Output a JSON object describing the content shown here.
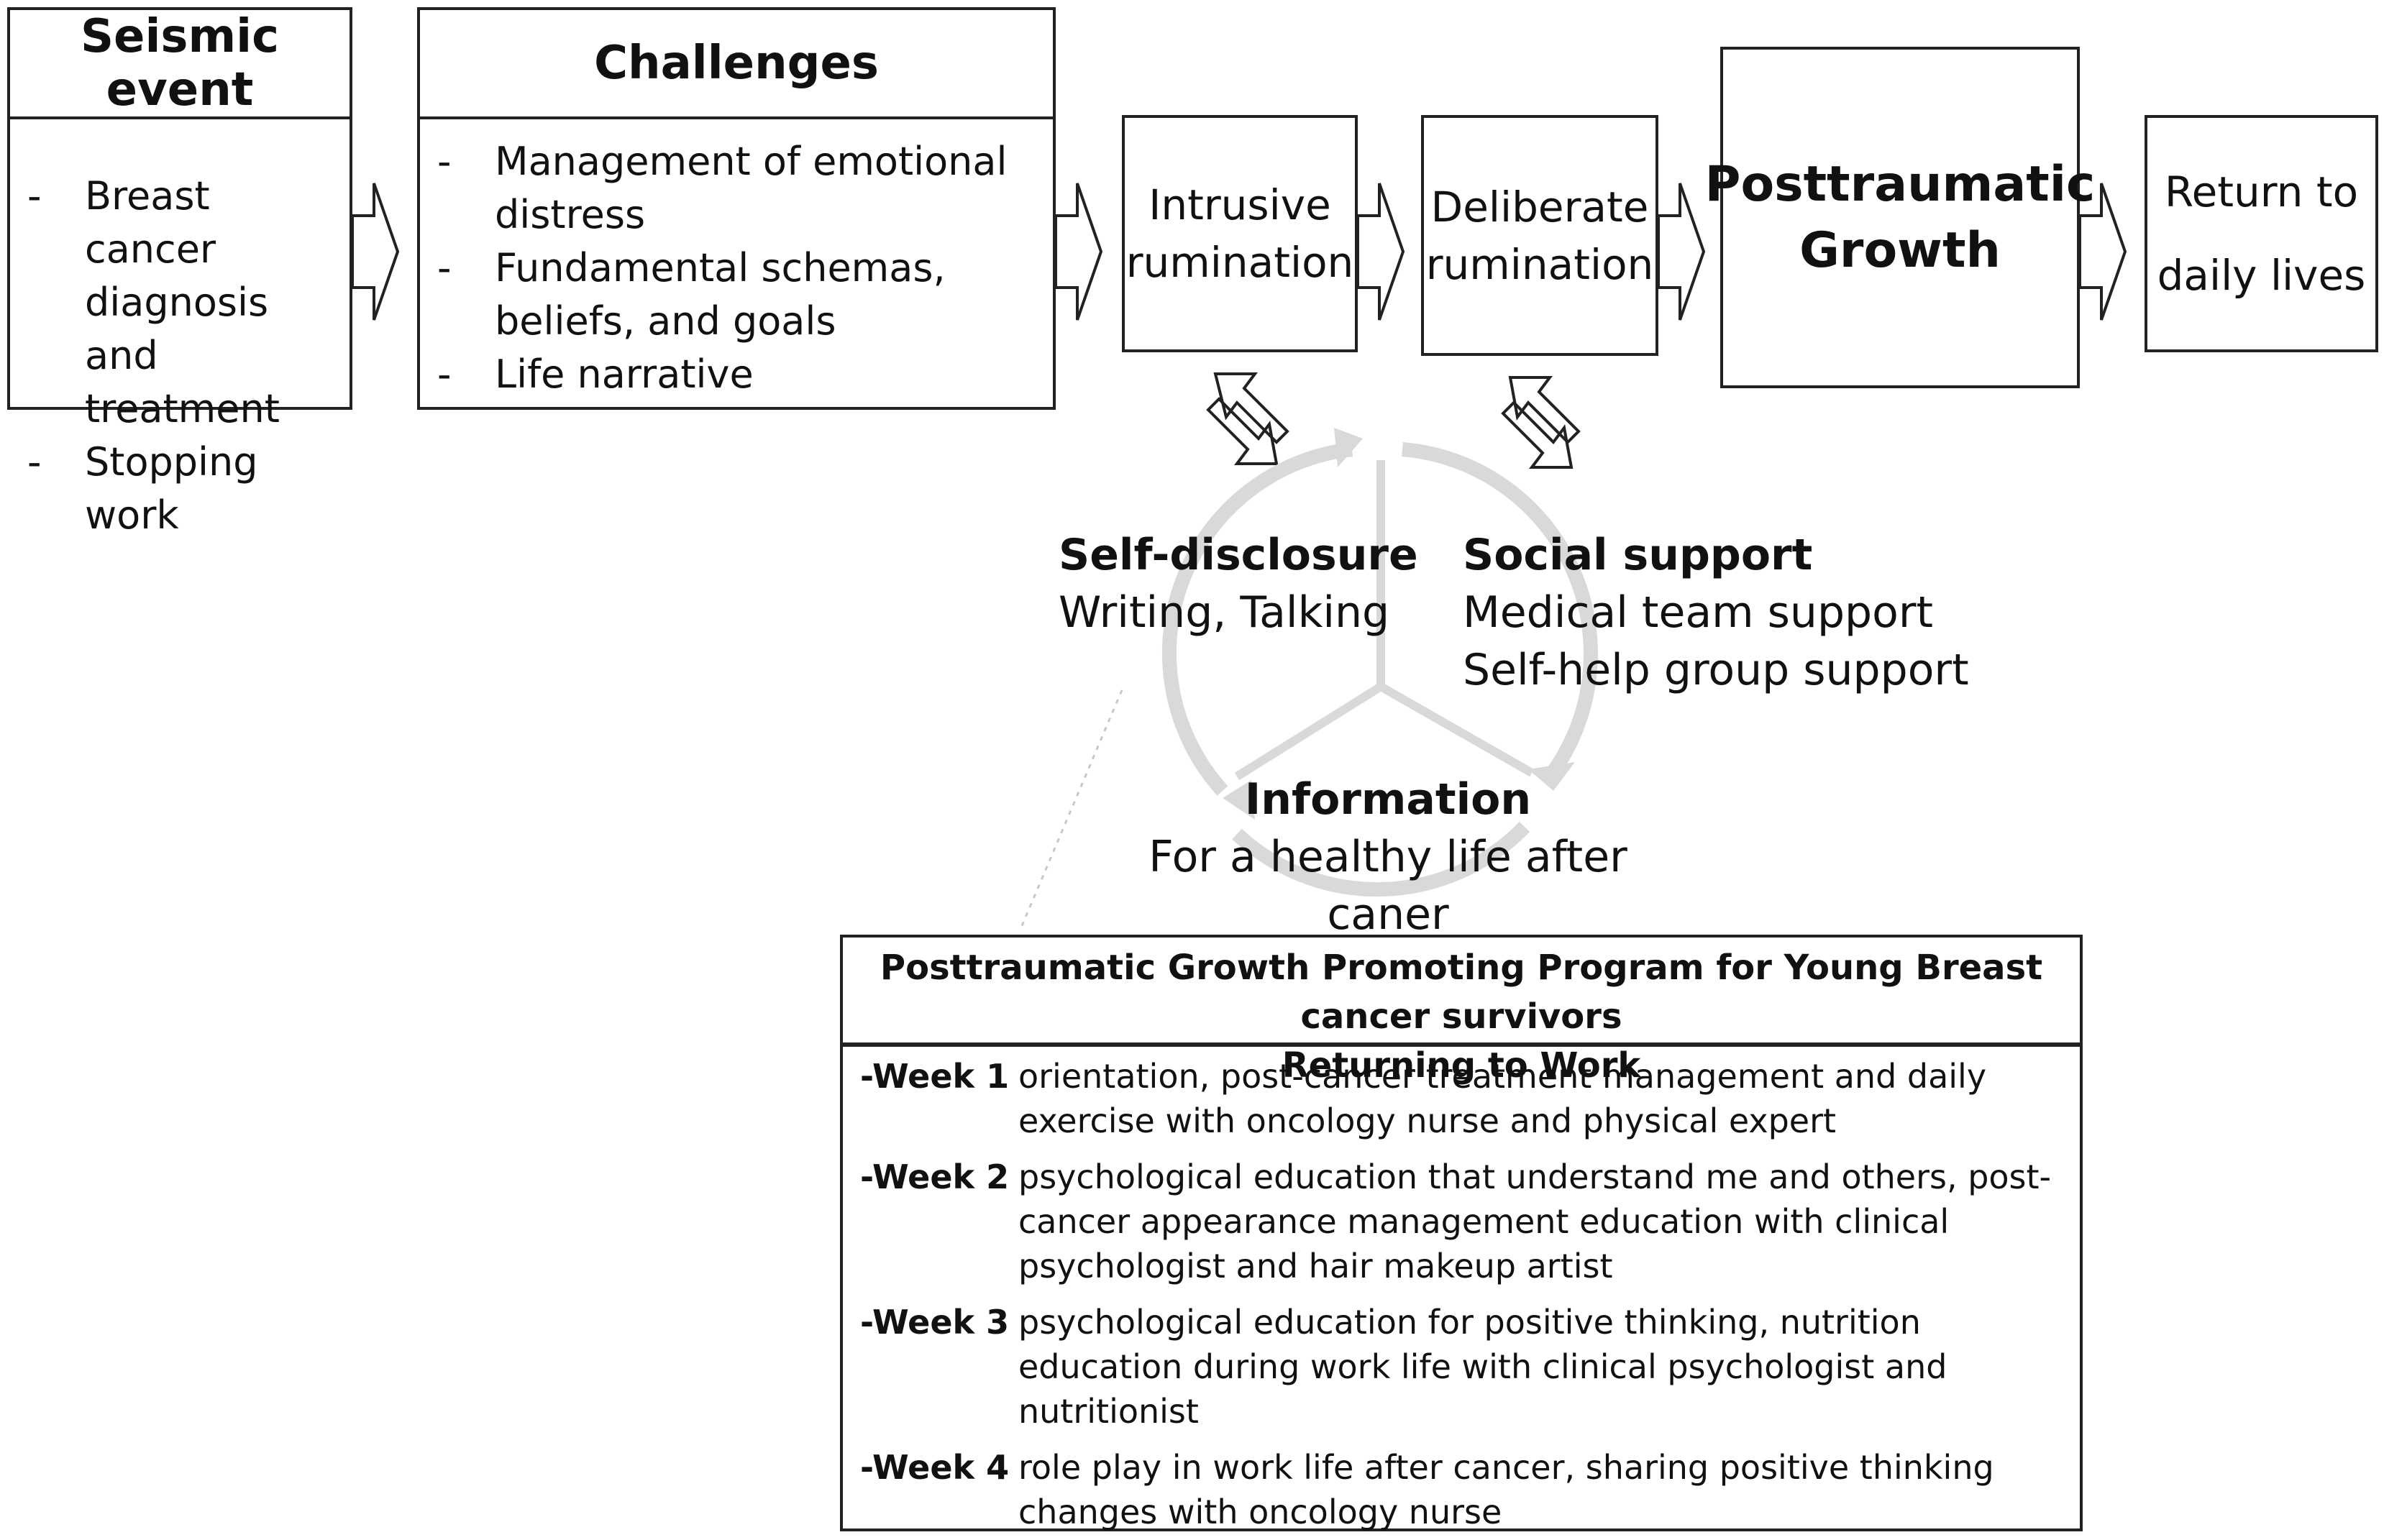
{
  "seismic": {
    "title": "Seismic event",
    "items": [
      "Breast cancer diagnosis and treatment",
      "Stopping work"
    ]
  },
  "challenges": {
    "title": "Challenges",
    "items": [
      "Management of emotional distress",
      "Fundamental schemas, beliefs, and goals",
      "Life narrative"
    ]
  },
  "stages": {
    "intrusive": "Intrusive rumination",
    "deliberate": "Deliberate rumination",
    "growth": "Posttraumatic Growth",
    "return": "Return to daily lives"
  },
  "bullet": "-",
  "cycle": {
    "self_disclosure": {
      "title": "Self-disclosure",
      "detail": "Writing, Talking"
    },
    "social_support": {
      "title": "Social support",
      "detail1": "Medical team support",
      "detail2": "Self-help group support"
    },
    "information": {
      "title": "Information",
      "detail": "For a healthy life after caner"
    }
  },
  "program": {
    "title_line1": "Posttraumatic Growth Promoting Program for Young Breast cancer survivors",
    "title_line2": "Returning to Work",
    "weeks": [
      {
        "label": "-Week 1",
        "text": "orientation, post-cancer treatment management and daily exercise with oncology nurse and physical expert"
      },
      {
        "label": "-Week 2",
        "text": "psychological education that understand me and others, post-cancer appearance management education with clinical psychologist and hair makeup artist"
      },
      {
        "label": "-Week 3",
        "text": "psychological education for positive thinking, nutrition education during work life with clinical psychologist and nutritionist"
      },
      {
        "label": "-Week 4",
        "text": "role play in work life after cancer, sharing positive thinking changes with oncology nurse"
      }
    ]
  }
}
